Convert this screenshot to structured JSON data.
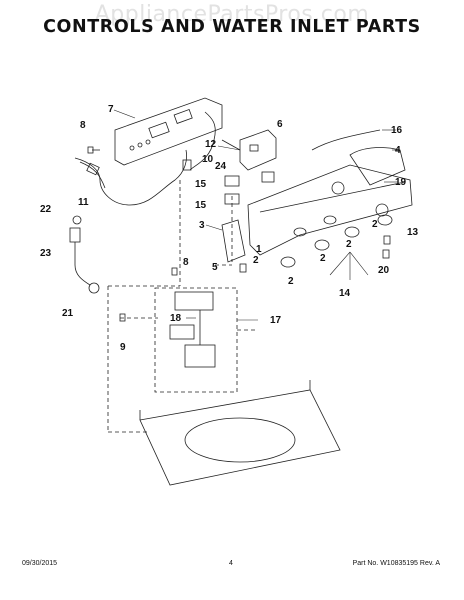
{
  "watermark": "AppliancePartsPros.com",
  "title": "CONTROLS AND WATER INLET PARTS",
  "callouts": [
    "7",
    "8",
    "6",
    "16",
    "4",
    "12",
    "10",
    "24",
    "11",
    "19",
    "15",
    "15",
    "3",
    "22",
    "2",
    "13",
    "2",
    "2",
    "2",
    "1",
    "5",
    "8",
    "20",
    "23",
    "14",
    "2",
    "17",
    "18",
    "21",
    "9"
  ],
  "footer": {
    "date": "09/30/2015",
    "page": "4",
    "part_no": "Part No. W10835195  Rev. A"
  }
}
